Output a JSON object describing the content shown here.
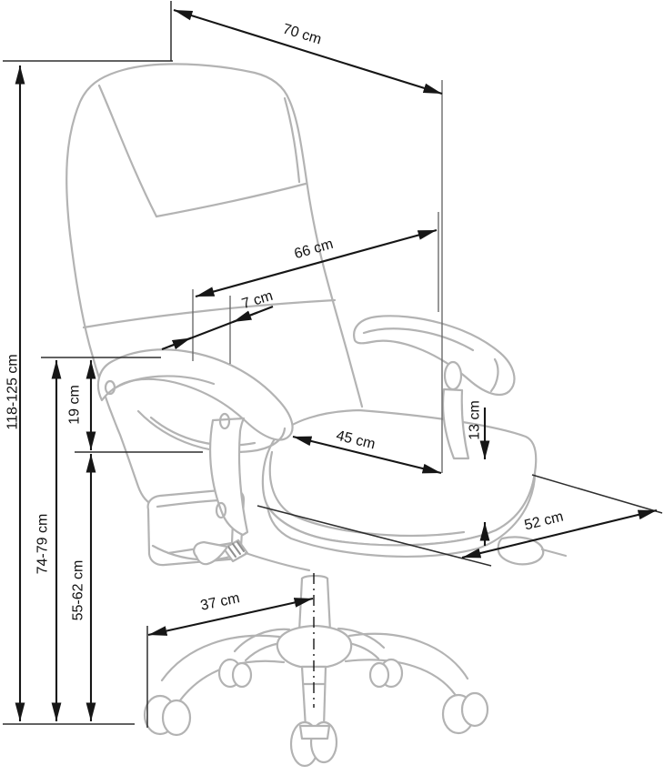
{
  "colors": {
    "background": "#ffffff",
    "chair_outline": "#b3b3b3",
    "dimension_lines": "#161616",
    "label_text": "#111111"
  },
  "dimensions": {
    "overall_width": {
      "label": "70 cm"
    },
    "backrest_width": {
      "label": "66 cm"
    },
    "backrest_side_offset": {
      "label": "7 cm"
    },
    "overall_height": {
      "label": "118-125 cm"
    },
    "armrest_above_seat": {
      "label": "19 cm"
    },
    "armrest_floor_height": {
      "label": "74-79 cm"
    },
    "seat_floor_height": {
      "label": "55-62 cm"
    },
    "seat_width": {
      "label": "45 cm"
    },
    "seat_cushion_thickness": {
      "label": "13 cm"
    },
    "seat_depth": {
      "label": "52 cm"
    },
    "base_leg_reach": {
      "label": "37 cm"
    }
  }
}
